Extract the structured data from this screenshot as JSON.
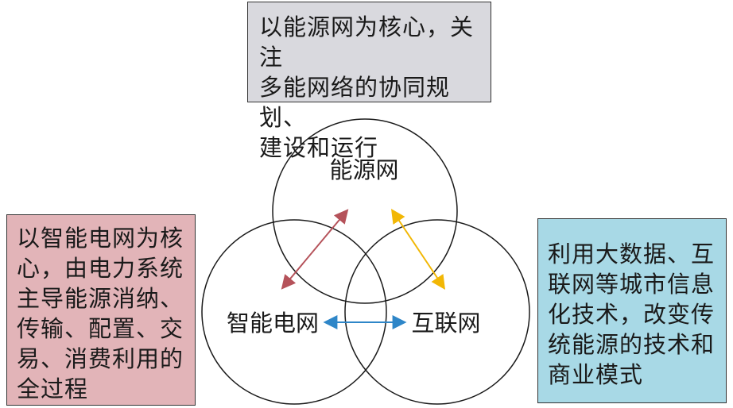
{
  "boxes": {
    "top": "以能源网为核心，关注\n多能网络的协同规划、\n建设和运行",
    "left": "以智能电网为核\n心，由电力系统\n主导能源消纳、\n传输、配置、交\n易、消费利用的\n全过程",
    "right": "利用大数据、互\n联网等城市信息\n化技术，改变传\n统能源的技术和\n商业模式"
  },
  "circles": {
    "energy_net": "能源网",
    "smart_grid": "智能电网",
    "internet": "互联网"
  },
  "colors": {
    "top_box": "#d9d9de",
    "left_box": "#e2b4b8",
    "right_box": "#a8d9e6",
    "arrow_red": "#b5525a",
    "arrow_yellow": "#f2b705",
    "arrow_blue": "#2e86c8"
  }
}
